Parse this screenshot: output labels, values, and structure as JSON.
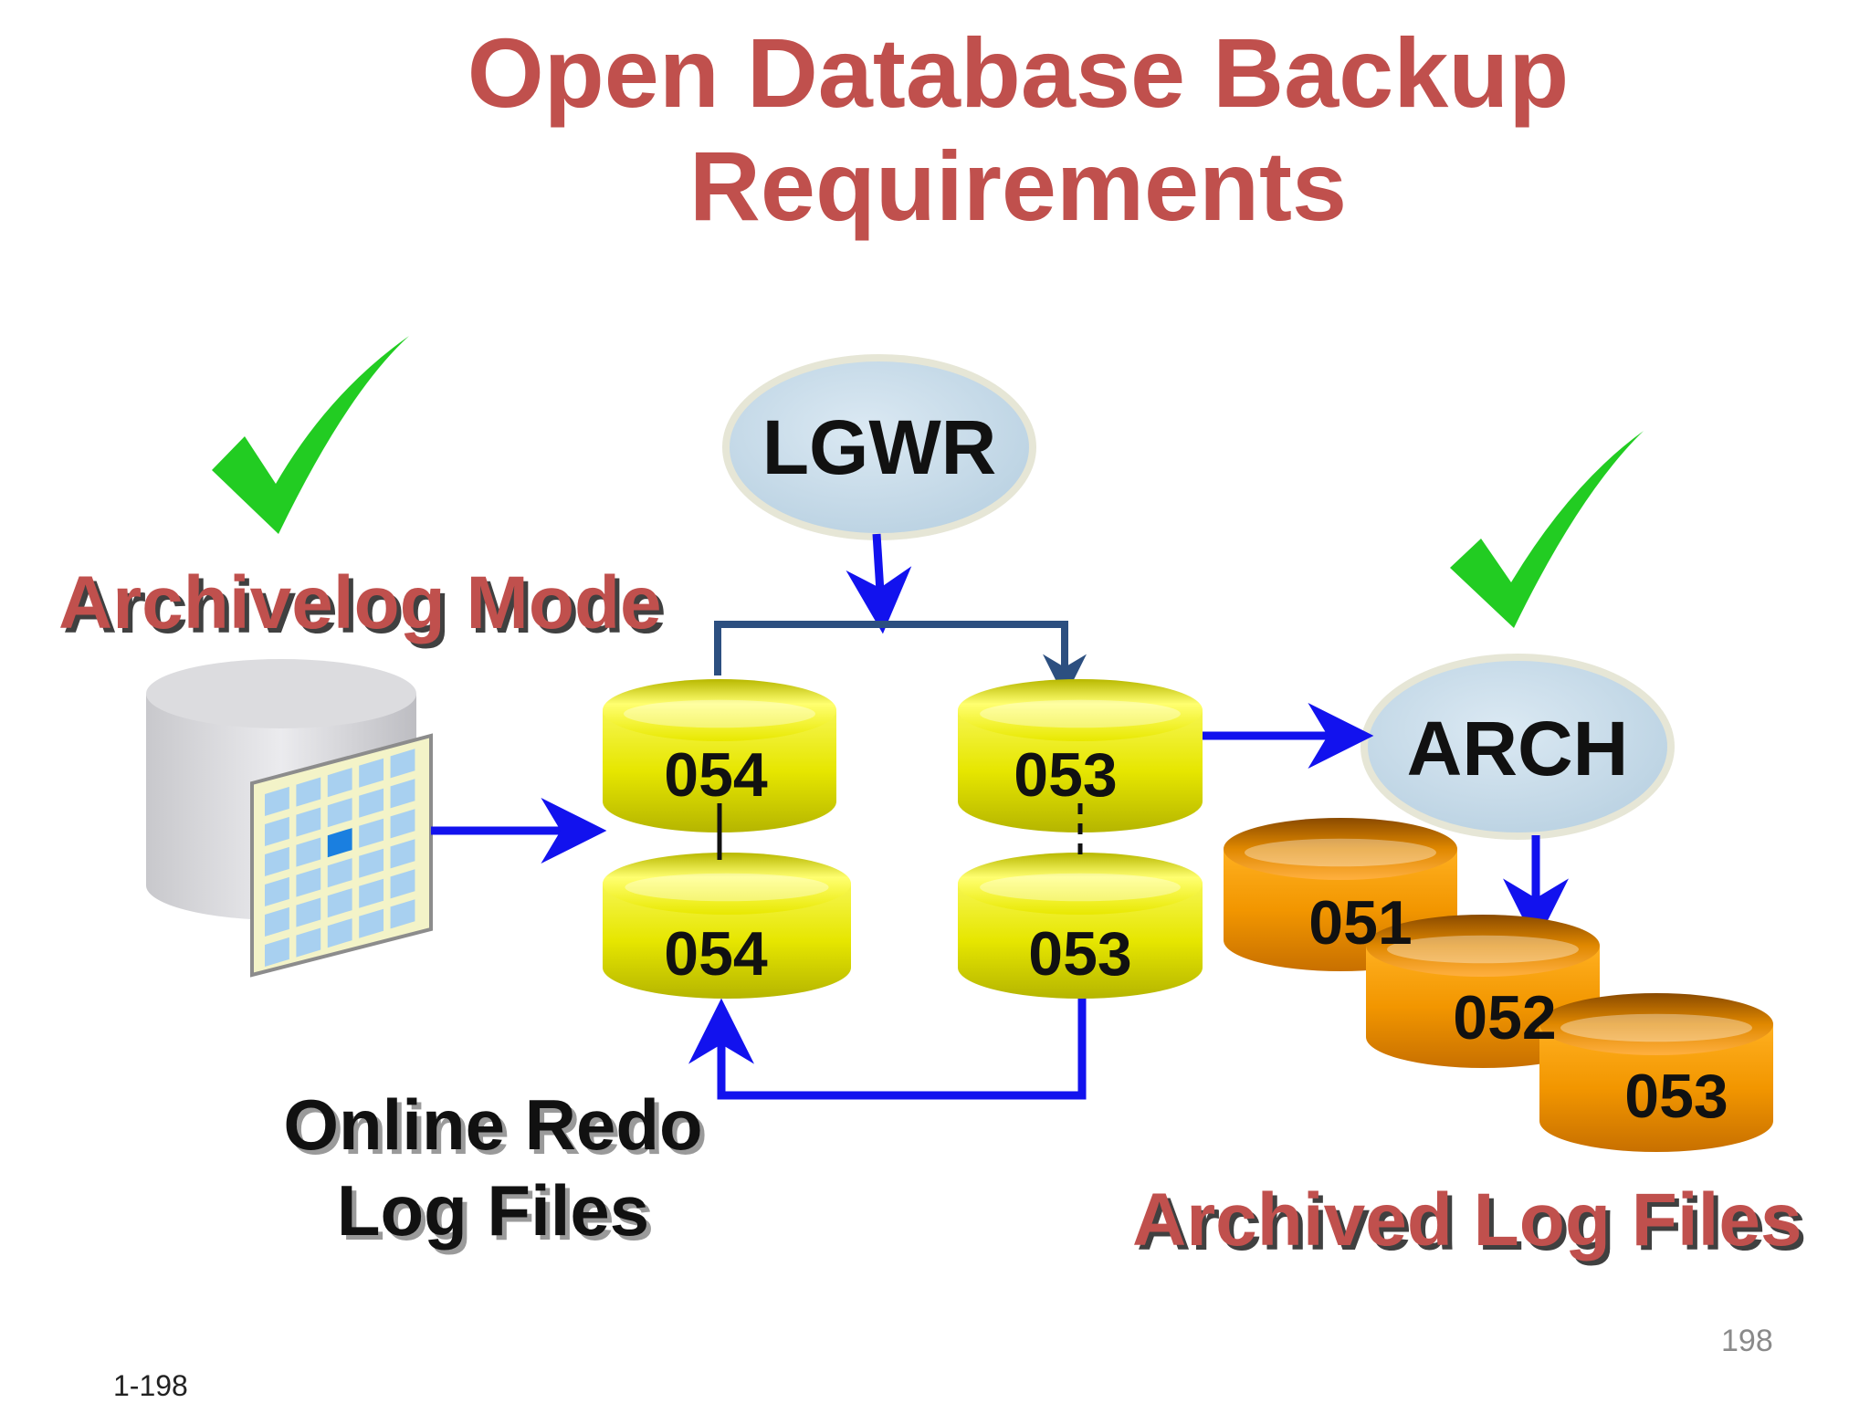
{
  "title": {
    "line1": "Open Database Backup",
    "line2": "Requirements"
  },
  "labels": {
    "archivelog_mode": "Archivelog Mode",
    "online_redo_line1": "Online Redo",
    "online_redo_line2": "Log Files",
    "archived_log_files": "Archived Log Files"
  },
  "processes": {
    "lgwr": "LGWR",
    "arch": "ARCH"
  },
  "online_redo_logs": {
    "group_a_top": "054",
    "group_a_bottom": "054",
    "group_b_top": "053",
    "group_b_bottom": "053"
  },
  "archived_logs": [
    "051",
    "052",
    "053"
  ],
  "footer": {
    "page_number": "198",
    "slide_ref": "1-198"
  },
  "colors": {
    "title_red": "#c0504d",
    "check_green": "#22cc22",
    "redo_yellow": "#e8e800",
    "archive_orange": "#f29600",
    "process_blue": "#cfe2ee",
    "arrow_blue": "#1212ee",
    "bracket_navy": "#2c4f80"
  }
}
